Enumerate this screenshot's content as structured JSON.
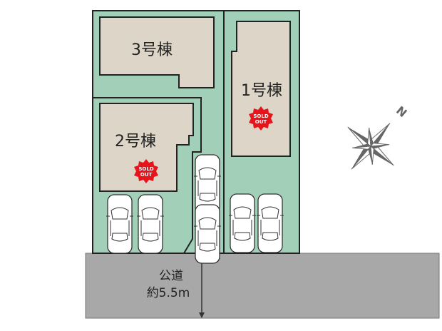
{
  "buildings": [
    {
      "label": "3号棟",
      "sold_out": false
    },
    {
      "label": "2号棟",
      "sold_out": true
    },
    {
      "label": "1号棟",
      "sold_out": true
    }
  ],
  "sold_badge": {
    "line1": "SOLD",
    "line2": "OUT"
  },
  "road": {
    "type": "公道",
    "width": "約5.5m"
  },
  "compass": {
    "north": "N"
  },
  "colors": {
    "lot": "#a2cfb8",
    "building": "#ddd6c8",
    "road": "#a8a8a8",
    "sold": "#e8141c"
  }
}
